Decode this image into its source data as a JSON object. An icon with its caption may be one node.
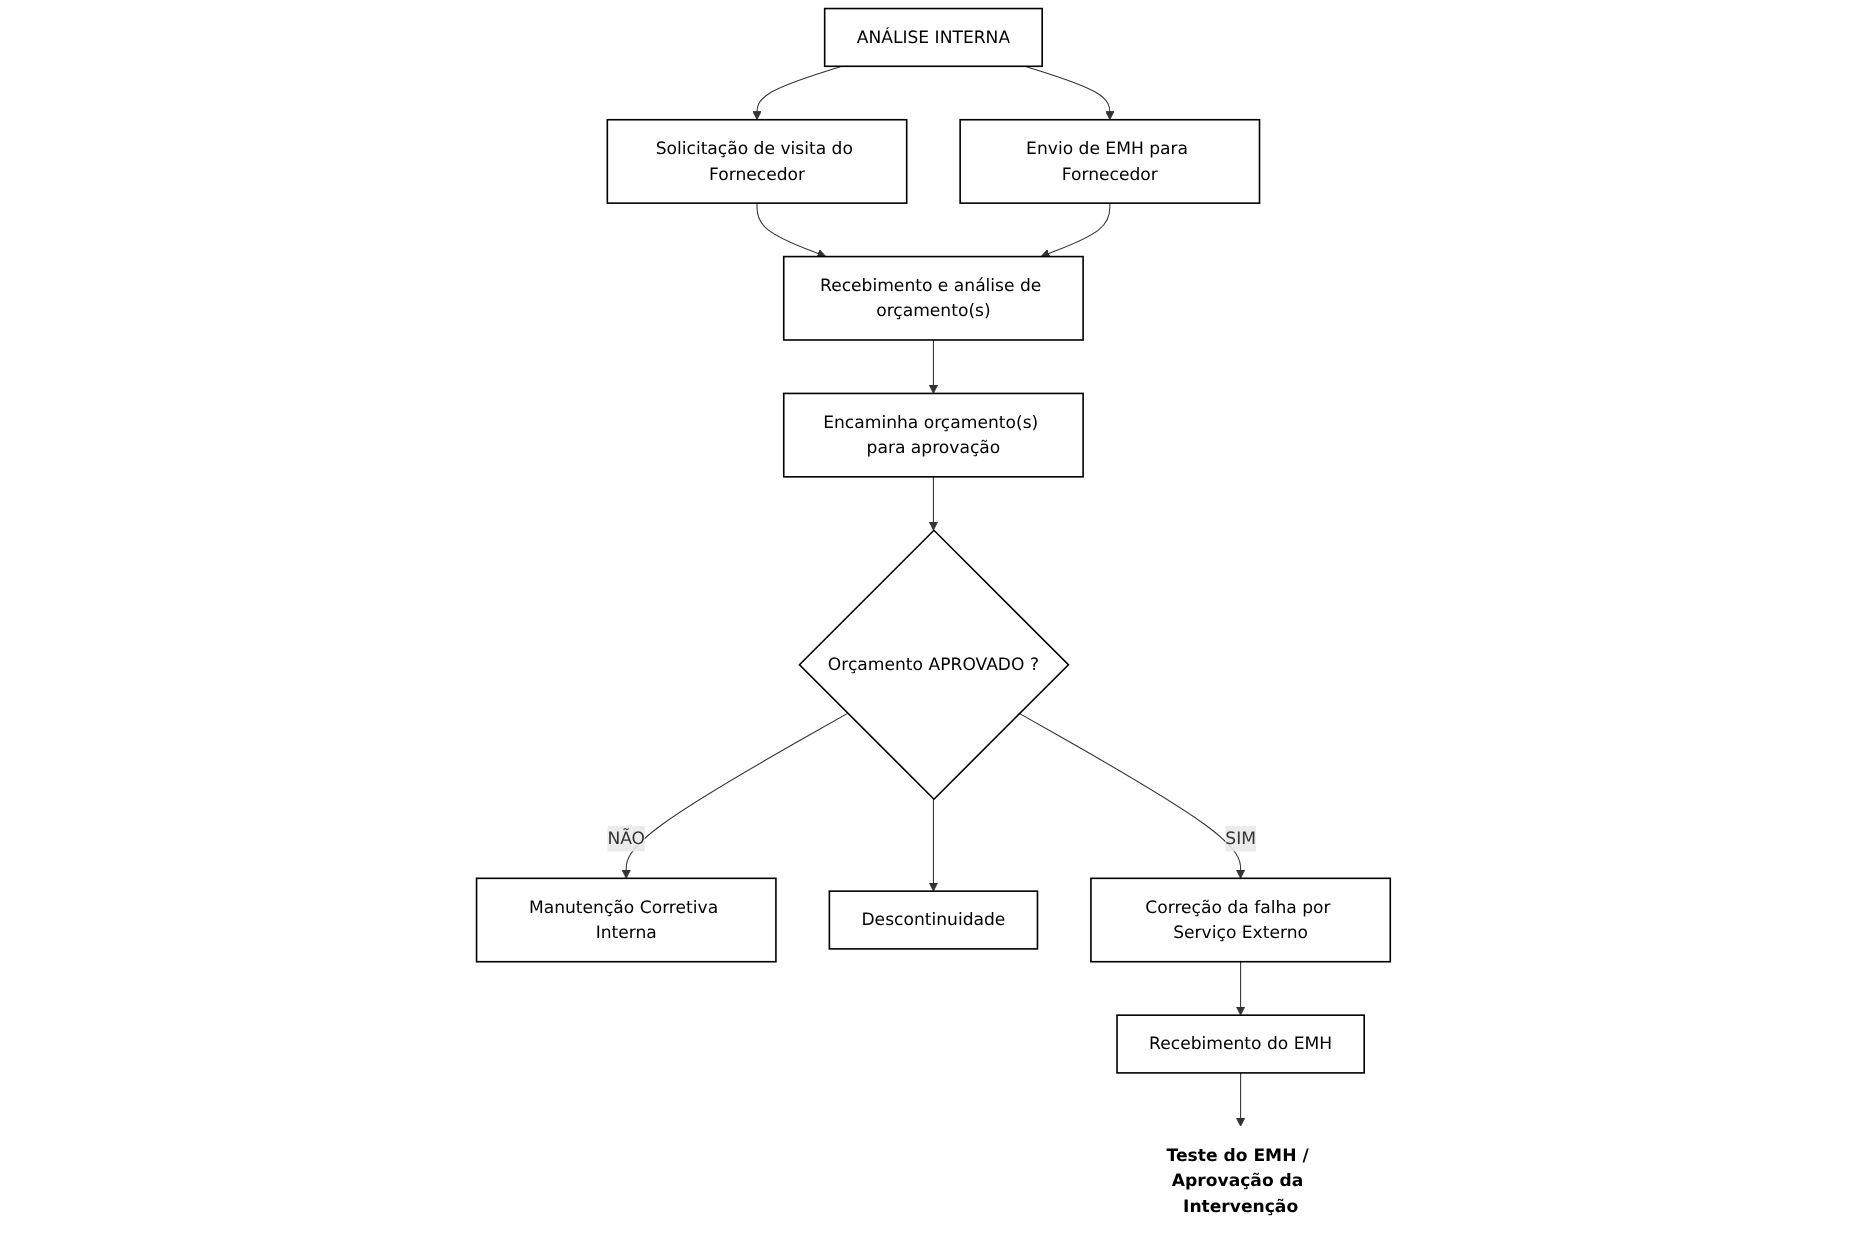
{
  "diagram": {
    "nodes": [
      {
        "text": [
          "ANÁLISE INTERNA"
        ]
      },
      {
        "text": [
          "Solicitação de visita do Fornecedor"
        ]
      },
      {
        "text": [
          "Envio de EMH para Fornecedor"
        ]
      },
      {
        "text": [
          "Recebimento e análise de orçamento(s)"
        ]
      },
      {
        "text": [
          "Encaminha orçamento(s) para aprovação"
        ]
      },
      {
        "text": [
          "Orçamento APROVADO ?"
        ]
      },
      {
        "text": [
          "Manutenção Corretiva Interna"
        ]
      },
      {
        "text": [
          "Descontinuidade"
        ]
      },
      {
        "text": [
          "Correção da falha por Serviço Externo"
        ]
      },
      {
        "text": [
          "Recebimento do EMH"
        ]
      },
      {
        "text": [
          "Teste do EMH / Aprovação da Intervenção"
        ]
      }
    ],
    "edges": [
      {
        "from": 0,
        "to": 1,
        "arrow": "to"
      },
      {
        "from": 0,
        "to": 2,
        "arrow": "to"
      },
      {
        "from": 1,
        "to": 3,
        "arrow": "to"
      },
      {
        "from": 2,
        "to": 3,
        "arrow": "to"
      },
      {
        "from": 3,
        "to": 4,
        "arrow": "to"
      },
      {
        "from": 4,
        "to": 5,
        "arrow": "to"
      },
      {
        "from": 5,
        "to": 6,
        "arrow": "to",
        "label": "NÃO"
      },
      {
        "from": 5,
        "to": 7,
        "arrow": "to"
      },
      {
        "from": 5,
        "to": 8,
        "arrow": "to",
        "label": "SIM"
      },
      {
        "from": 8,
        "to": 9,
        "arrow": "to"
      },
      {
        "from": 9,
        "to": 10,
        "arrow": "to"
      }
    ]
  }
}
